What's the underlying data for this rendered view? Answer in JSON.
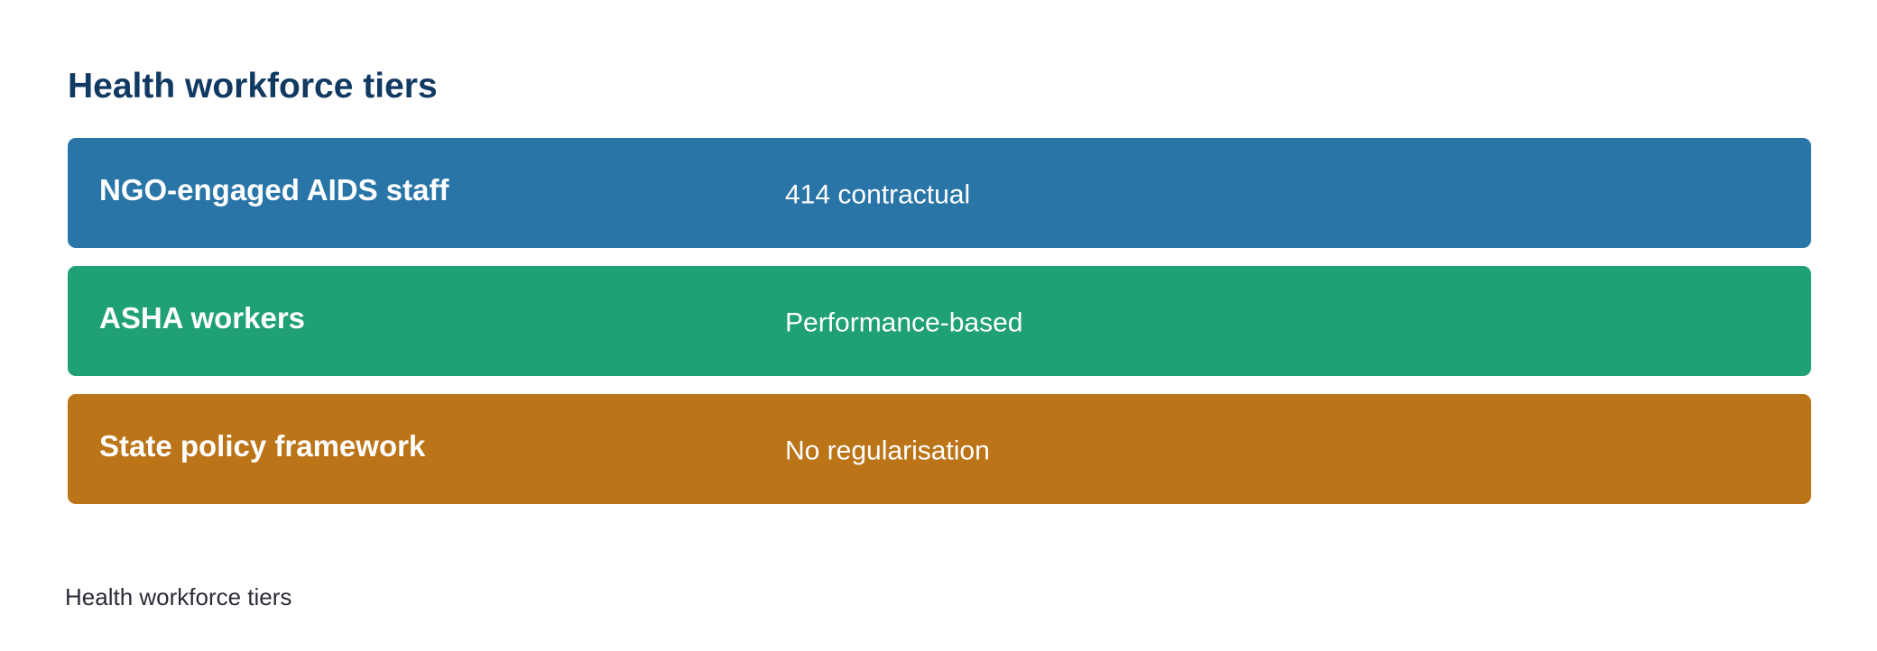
{
  "title": "Health workforce tiers",
  "tiers": [
    {
      "name": "NGO-engaged AIDS staff",
      "description": "414 contractual",
      "color": "#2a75a8"
    },
    {
      "name": "ASHA workers",
      "description": "Performance-based",
      "color": "#1fa075"
    },
    {
      "name": "State policy framework",
      "description": "No regularisation",
      "color": "#bb7418"
    }
  ],
  "caption": "Health workforce tiers"
}
